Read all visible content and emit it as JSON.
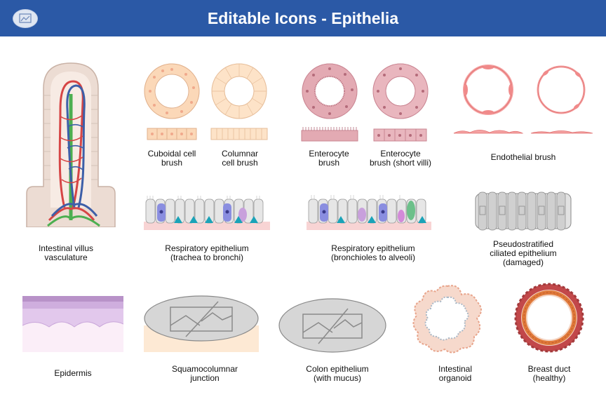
{
  "header": {
    "title": "Editable Icons - Epithelia"
  },
  "colors": {
    "header_bg": "#2b59a6",
    "cuboidal": "#fbd8b8",
    "enterocyte": "#d99aa4",
    "endothelial": "#f28c8c",
    "gray_placeholder": "#d6d6d6",
    "epidermis": "#d7b8e0"
  },
  "icons": [
    {
      "id": "intestinal-villus",
      "line1": "Intestinal villus",
      "line2": "vasculature",
      "line3": ""
    },
    {
      "id": "cuboidal",
      "line1": "Cuboidal cell",
      "line2": "brush",
      "line3": ""
    },
    {
      "id": "columnar",
      "line1": "Columnar",
      "line2": "cell brush",
      "line3": ""
    },
    {
      "id": "enterocyte",
      "line1": "Enterocyte",
      "line2": "brush",
      "line3": ""
    },
    {
      "id": "enterocyte-short",
      "line1": "Enterocyte",
      "line2": "brush (short villi)",
      "line3": ""
    },
    {
      "id": "endothelial",
      "line1": "Endothelial brush",
      "line2": "",
      "line3": ""
    },
    {
      "id": "resp-trachea",
      "line1": "Respiratory epithelium",
      "line2": "(trachea to bronchi)",
      "line3": ""
    },
    {
      "id": "resp-bronchioles",
      "line1": "Respiratory epithelium",
      "line2": "(bronchioles to alveoli)",
      "line3": ""
    },
    {
      "id": "pseudostratified",
      "line1": "Pseudostratified",
      "line2": "ciliated epithelium",
      "line3": "(damaged)"
    },
    {
      "id": "epidermis",
      "line1": "Epidermis",
      "line2": "",
      "line3": ""
    },
    {
      "id": "squamocolumnar",
      "line1": "Squamocolumnar",
      "line2": "junction",
      "line3": ""
    },
    {
      "id": "colon",
      "line1": "Colon epithelium",
      "line2": "(with mucus)",
      "line3": ""
    },
    {
      "id": "organoid",
      "line1": "Intestinal",
      "line2": "organoid",
      "line3": ""
    },
    {
      "id": "breast-duct",
      "line1": "Breast duct",
      "line2": "(healthy)",
      "line3": ""
    }
  ]
}
